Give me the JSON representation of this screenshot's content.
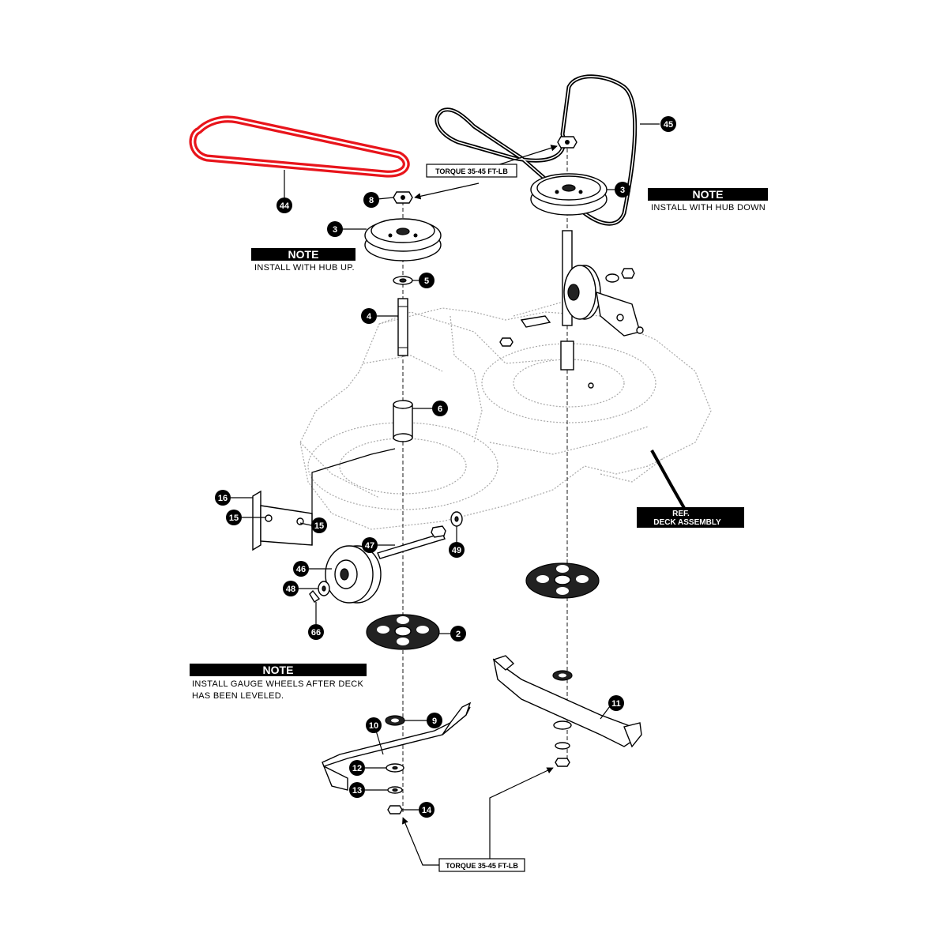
{
  "notes": {
    "hub_up": {
      "title": "NOTE",
      "body": "INSTALL WITH HUB UP."
    },
    "hub_down": {
      "title": "NOTE",
      "body": "INSTALL WITH HUB DOWN"
    },
    "gauge_wheels": {
      "title": "NOTE",
      "line1": "INSTALL GAUGE WHEELS AFTER DECK",
      "line2": "HAS BEEN LEVELED."
    }
  },
  "torque": {
    "top": "TORQUE 35-45 FT-LB",
    "bottom": "TORQUE 35-45 FT-LB"
  },
  "reference": {
    "line1": "REF.",
    "line2": "DECK ASSEMBLY"
  },
  "highlight_color": "#e8141b",
  "callouts": {
    "c44": "44",
    "c45": "45",
    "c8": "8",
    "c3a": "3",
    "c3b": "3",
    "c5": "5",
    "c4": "4",
    "c6": "6",
    "c16": "16",
    "c15a": "15",
    "c15b": "15",
    "c47": "47",
    "c49": "49",
    "c46": "46",
    "c48": "48",
    "c66": "66",
    "c2": "2",
    "c11": "11",
    "c10": "10",
    "c9": "9",
    "c12": "12",
    "c13": "13",
    "c14": "14"
  }
}
